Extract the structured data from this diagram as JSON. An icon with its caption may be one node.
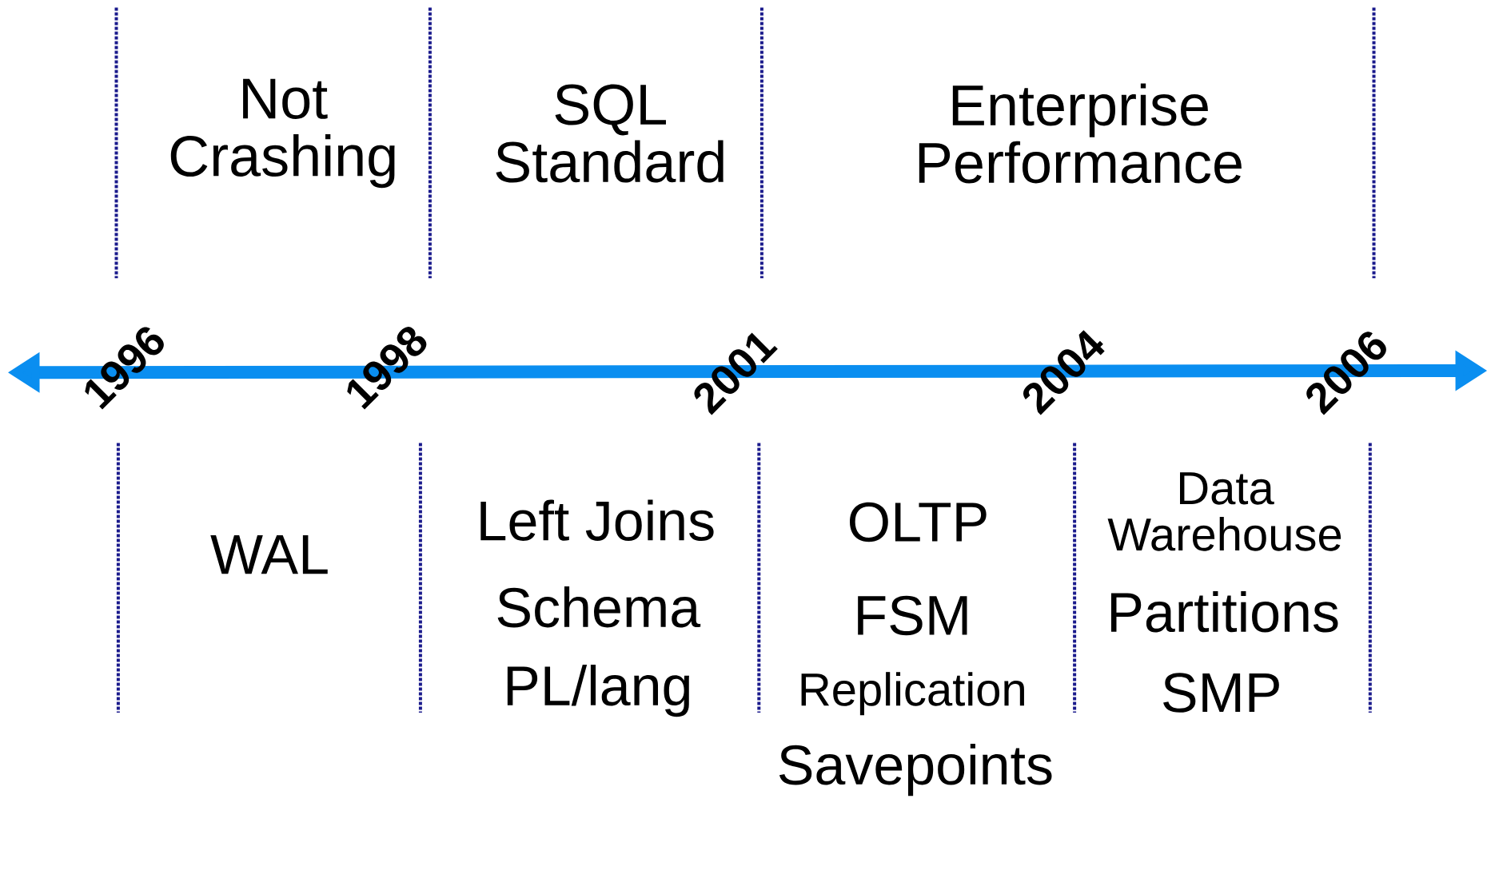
{
  "diagram": {
    "labels": [
      "Not Crashing",
      "SQL Standard",
      "Enterprise Performance",
      "1996",
      "1998",
      "2001",
      "2004",
      "2006",
      "WAL",
      "Left Joins",
      "Schema",
      "PL/lang",
      "OLTP",
      "FSM",
      "Replication",
      "Savepoints",
      "Data Warehouse",
      "Partitions",
      "SMP"
    ]
  }
}
